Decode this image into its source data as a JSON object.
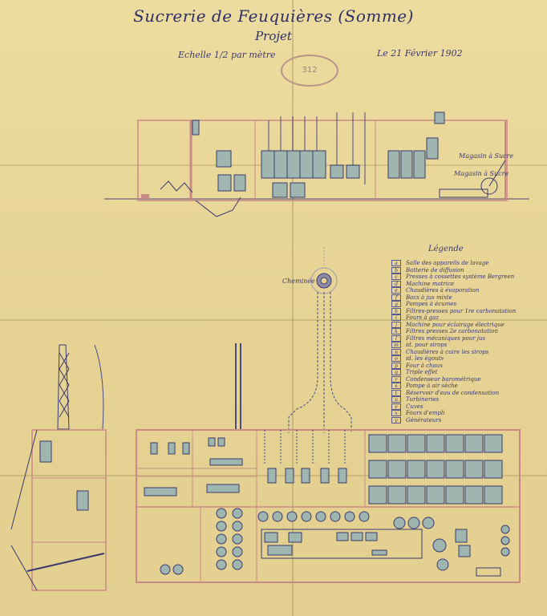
{
  "header": {
    "title": "Sucrerie de Feuquières (Somme)",
    "subtitle": "Projet",
    "scale": "Echelle 1/2 par mètre",
    "date": "Le 21 Février 1902",
    "stamp": "312"
  },
  "elevation": {
    "label_magasin_a_sucre": "Magasin à Sucre",
    "label_magasin": "Magasin à Sucre"
  },
  "plan": {
    "chimney_label": "Cheminée",
    "legend_title": "Légende",
    "legend": [
      {
        "letter": "a",
        "text": "Salle des appareils de lavage"
      },
      {
        "letter": "b",
        "text": "Batterie de diffusion"
      },
      {
        "letter": "c",
        "text": "Presses à cossettes système Bergreen"
      },
      {
        "letter": "d",
        "text": "Machine motrice"
      },
      {
        "letter": "e",
        "text": "Chaudières à évaporation"
      },
      {
        "letter": "f",
        "text": "Bacs à jus mixte"
      },
      {
        "letter": "g",
        "text": "Pompes à écumes"
      },
      {
        "letter": "h",
        "text": "Filtres-presses pour 1re carbonatation"
      },
      {
        "letter": "i",
        "text": "Fours à gaz"
      },
      {
        "letter": "j",
        "text": "Machine pour éclairage électrique"
      },
      {
        "letter": "k",
        "text": "Filtres presses 2e carbonatation"
      },
      {
        "letter": "l",
        "text": "Filtres mécaniques pour jus"
      },
      {
        "letter": "m",
        "text": "id. pour sirops"
      },
      {
        "letter": "n",
        "text": "Chaudières à cuire les sirops"
      },
      {
        "letter": "o",
        "text": "id. les égouts"
      },
      {
        "letter": "p",
        "text": "Four à chaux"
      },
      {
        "letter": "q",
        "text": "Triple effet"
      },
      {
        "letter": "r",
        "text": "Condenseur barométrique"
      },
      {
        "letter": "s",
        "text": "Pompe à air sèche"
      },
      {
        "letter": "t",
        "text": "Réservoir d'eau de condensation"
      },
      {
        "letter": "u",
        "text": "Turbineries"
      },
      {
        "letter": "v",
        "text": "Cuves"
      },
      {
        "letter": "x",
        "text": "Fours d'empli"
      },
      {
        "letter": "y",
        "text": "Générateurs"
      }
    ]
  },
  "colors": {
    "paper": "#e9d99a",
    "ink": "#3b3a6e",
    "wall": "#c98a86",
    "equipment": "#9eb5b0"
  }
}
